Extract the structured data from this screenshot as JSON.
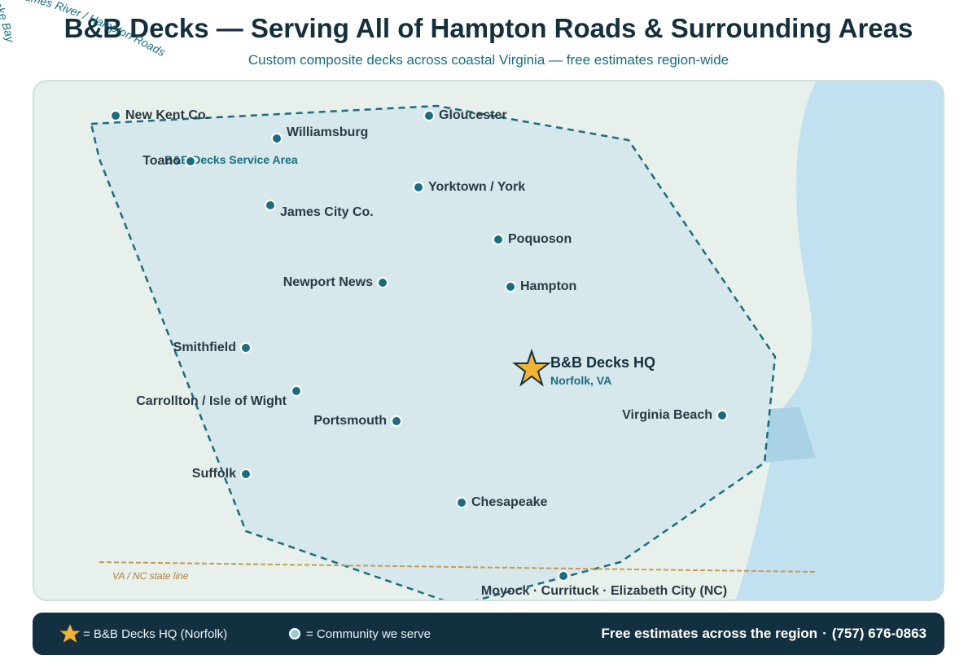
{
  "header": {
    "title": "B&B Decks — Serving All of Hampton Roads & Surrounding Areas",
    "subtitle": "Custom composite decks across coastal Virginia — free estimates region-wide"
  },
  "map": {
    "corner_labels": [
      "ames River / Hampton Roads",
      "ake Bay"
    ],
    "service_area_label": "B&B Decks Service Area",
    "state_line_label": "VA / NC state line",
    "hq": {
      "name": "B&B Decks HQ",
      "location": "Norfolk, VA"
    },
    "communities": [
      "New Kent Co.",
      "Williamsburg",
      "Gloucester",
      "Toano",
      "Yorktown / York",
      "James City Co.",
      "Poquoson",
      "Newport News",
      "Hampton",
      "Smithfield",
      "Carrollton / Isle of Wight",
      "Portsmouth",
      "Virginia Beach",
      "Suffolk",
      "Chesapeake",
      "Moyock · Currituck · Elizabeth City (NC)"
    ]
  },
  "legend": {
    "hq_label": "= B&B Decks HQ (Norfolk)",
    "community_label": "= Community we serve",
    "cta_text": "Free estimates across the region",
    "phone": "(757) 676-0863"
  },
  "colors": {
    "dark": "#14303d",
    "teal": "#1a6d80",
    "water": "#c1e1f0",
    "land": "#e7f0ea",
    "service_fill": "#d6e8ec",
    "star": "#f2b233",
    "state_line": "#c59a56"
  }
}
